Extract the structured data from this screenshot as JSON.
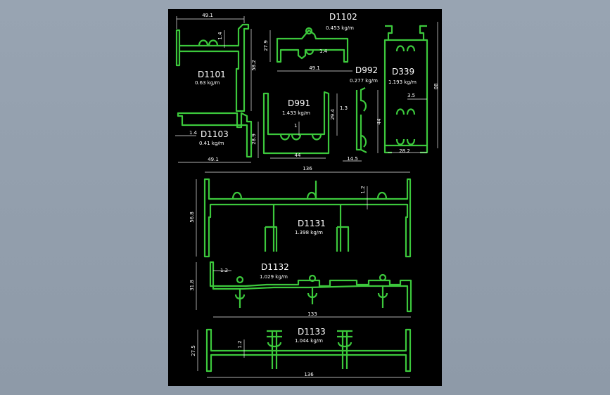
{
  "profiles": {
    "d1101": {
      "code": "D1101",
      "weight": "0.63 kg/m",
      "width": "49.1",
      "height": "58.2",
      "wall": "1.4"
    },
    "d1102": {
      "code": "D1102",
      "weight": "0.453 kg/m",
      "width": "49.1",
      "height": "27.9",
      "wall": "1.4"
    },
    "d992": {
      "code": "D992",
      "weight": "0.277 kg/m",
      "height": "44",
      "width": "14.5",
      "wall": "1.3"
    },
    "d339": {
      "code": "D339",
      "weight": "1.193 kg/m",
      "height": "80",
      "width": "28.2",
      "wall": "3.5"
    },
    "d991": {
      "code": "D991",
      "weight": "1.433 kg/m",
      "height": "29.4",
      "width": "44",
      "wall": "1"
    },
    "d1103": {
      "code": "D1103",
      "weight": "0.41 kg/m",
      "width": "49.1",
      "height": "28.9",
      "wall": "1.4"
    },
    "d1131": {
      "code": "D1131",
      "weight": "1.398 kg/m",
      "width": "136",
      "height": "56.8",
      "wall": "1.2"
    },
    "d1132": {
      "code": "D1132",
      "weight": "1.029 kg/m",
      "width": "133",
      "height": "31.8",
      "wall": "1.2"
    },
    "d1133": {
      "code": "D1133",
      "weight": "1.044 kg/m",
      "width": "136",
      "height": "27.5",
      "wall": "1.2"
    }
  },
  "colors": {
    "profile": "#3cc83c",
    "dimension": "#e8e8e8",
    "background": "#000000",
    "window": "#98a4b2"
  }
}
